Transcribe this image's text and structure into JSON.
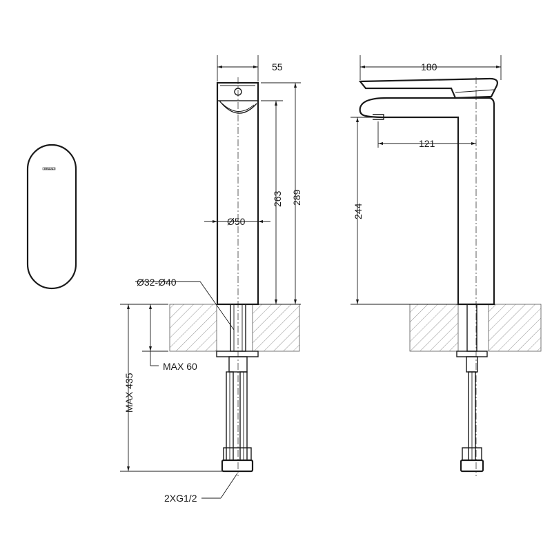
{
  "logo": {
    "text": "BRAVAT"
  },
  "dimensions": {
    "top_width": "55",
    "spout_width": "180",
    "spout_reach": "121",
    "body_height": "263",
    "total_height": "289",
    "spout_height": "244",
    "body_diameter": "Ø50",
    "hole_diameter": "Ø32-Ø40",
    "max_counter": "MAX 60",
    "max_hose": "MAX 435",
    "connection": "2XG1/2"
  }
}
